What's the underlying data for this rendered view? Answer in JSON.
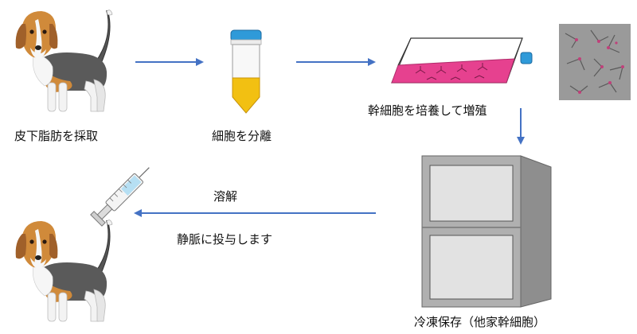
{
  "steps": {
    "harvest": "皮下脂肪を採取",
    "separate": "細胞を分離",
    "culture": "幹細胞を培養して増殖",
    "freeze": "冷凍保存（他家幹細胞）",
    "thaw": "溶解",
    "administer": "静脈に投与します"
  },
  "colors": {
    "arrow": "#4472c4",
    "flask_medium": "#e6418f",
    "tube_cap": "#2f9ad9",
    "tube_fluid": "#f2c012",
    "freezer_body": "#a8a8a8",
    "freezer_door": "#dcdcdc"
  }
}
